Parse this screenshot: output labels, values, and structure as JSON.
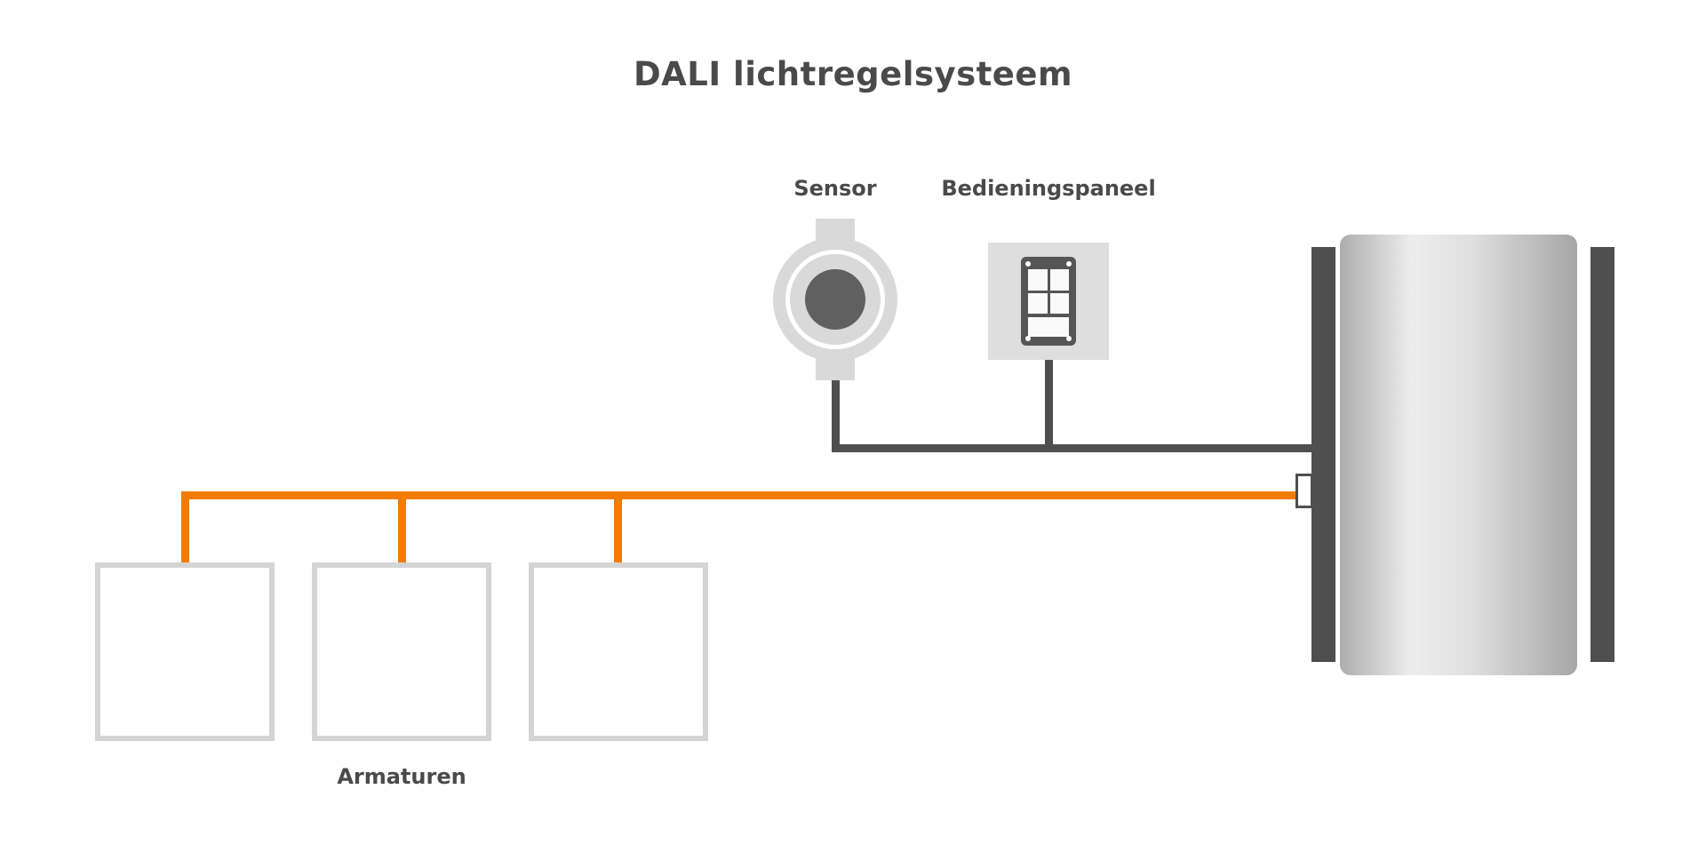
{
  "diagram": {
    "title": "DALI lichtregelsysteem",
    "sensor_label": "Sensor",
    "control_panel_label": "Bedieningspaneel",
    "fixtures_label": "Armaturen",
    "fixture_count": 3
  },
  "colors": {
    "text": "#4a4a4a",
    "dark_control_line": "#4f4f4f",
    "orange_line": "#f27c00",
    "fixture_border": "#d4d4d4",
    "device_gray_light": "#dedede",
    "device_gray_dark": "#555555",
    "background": "#ffffff"
  }
}
